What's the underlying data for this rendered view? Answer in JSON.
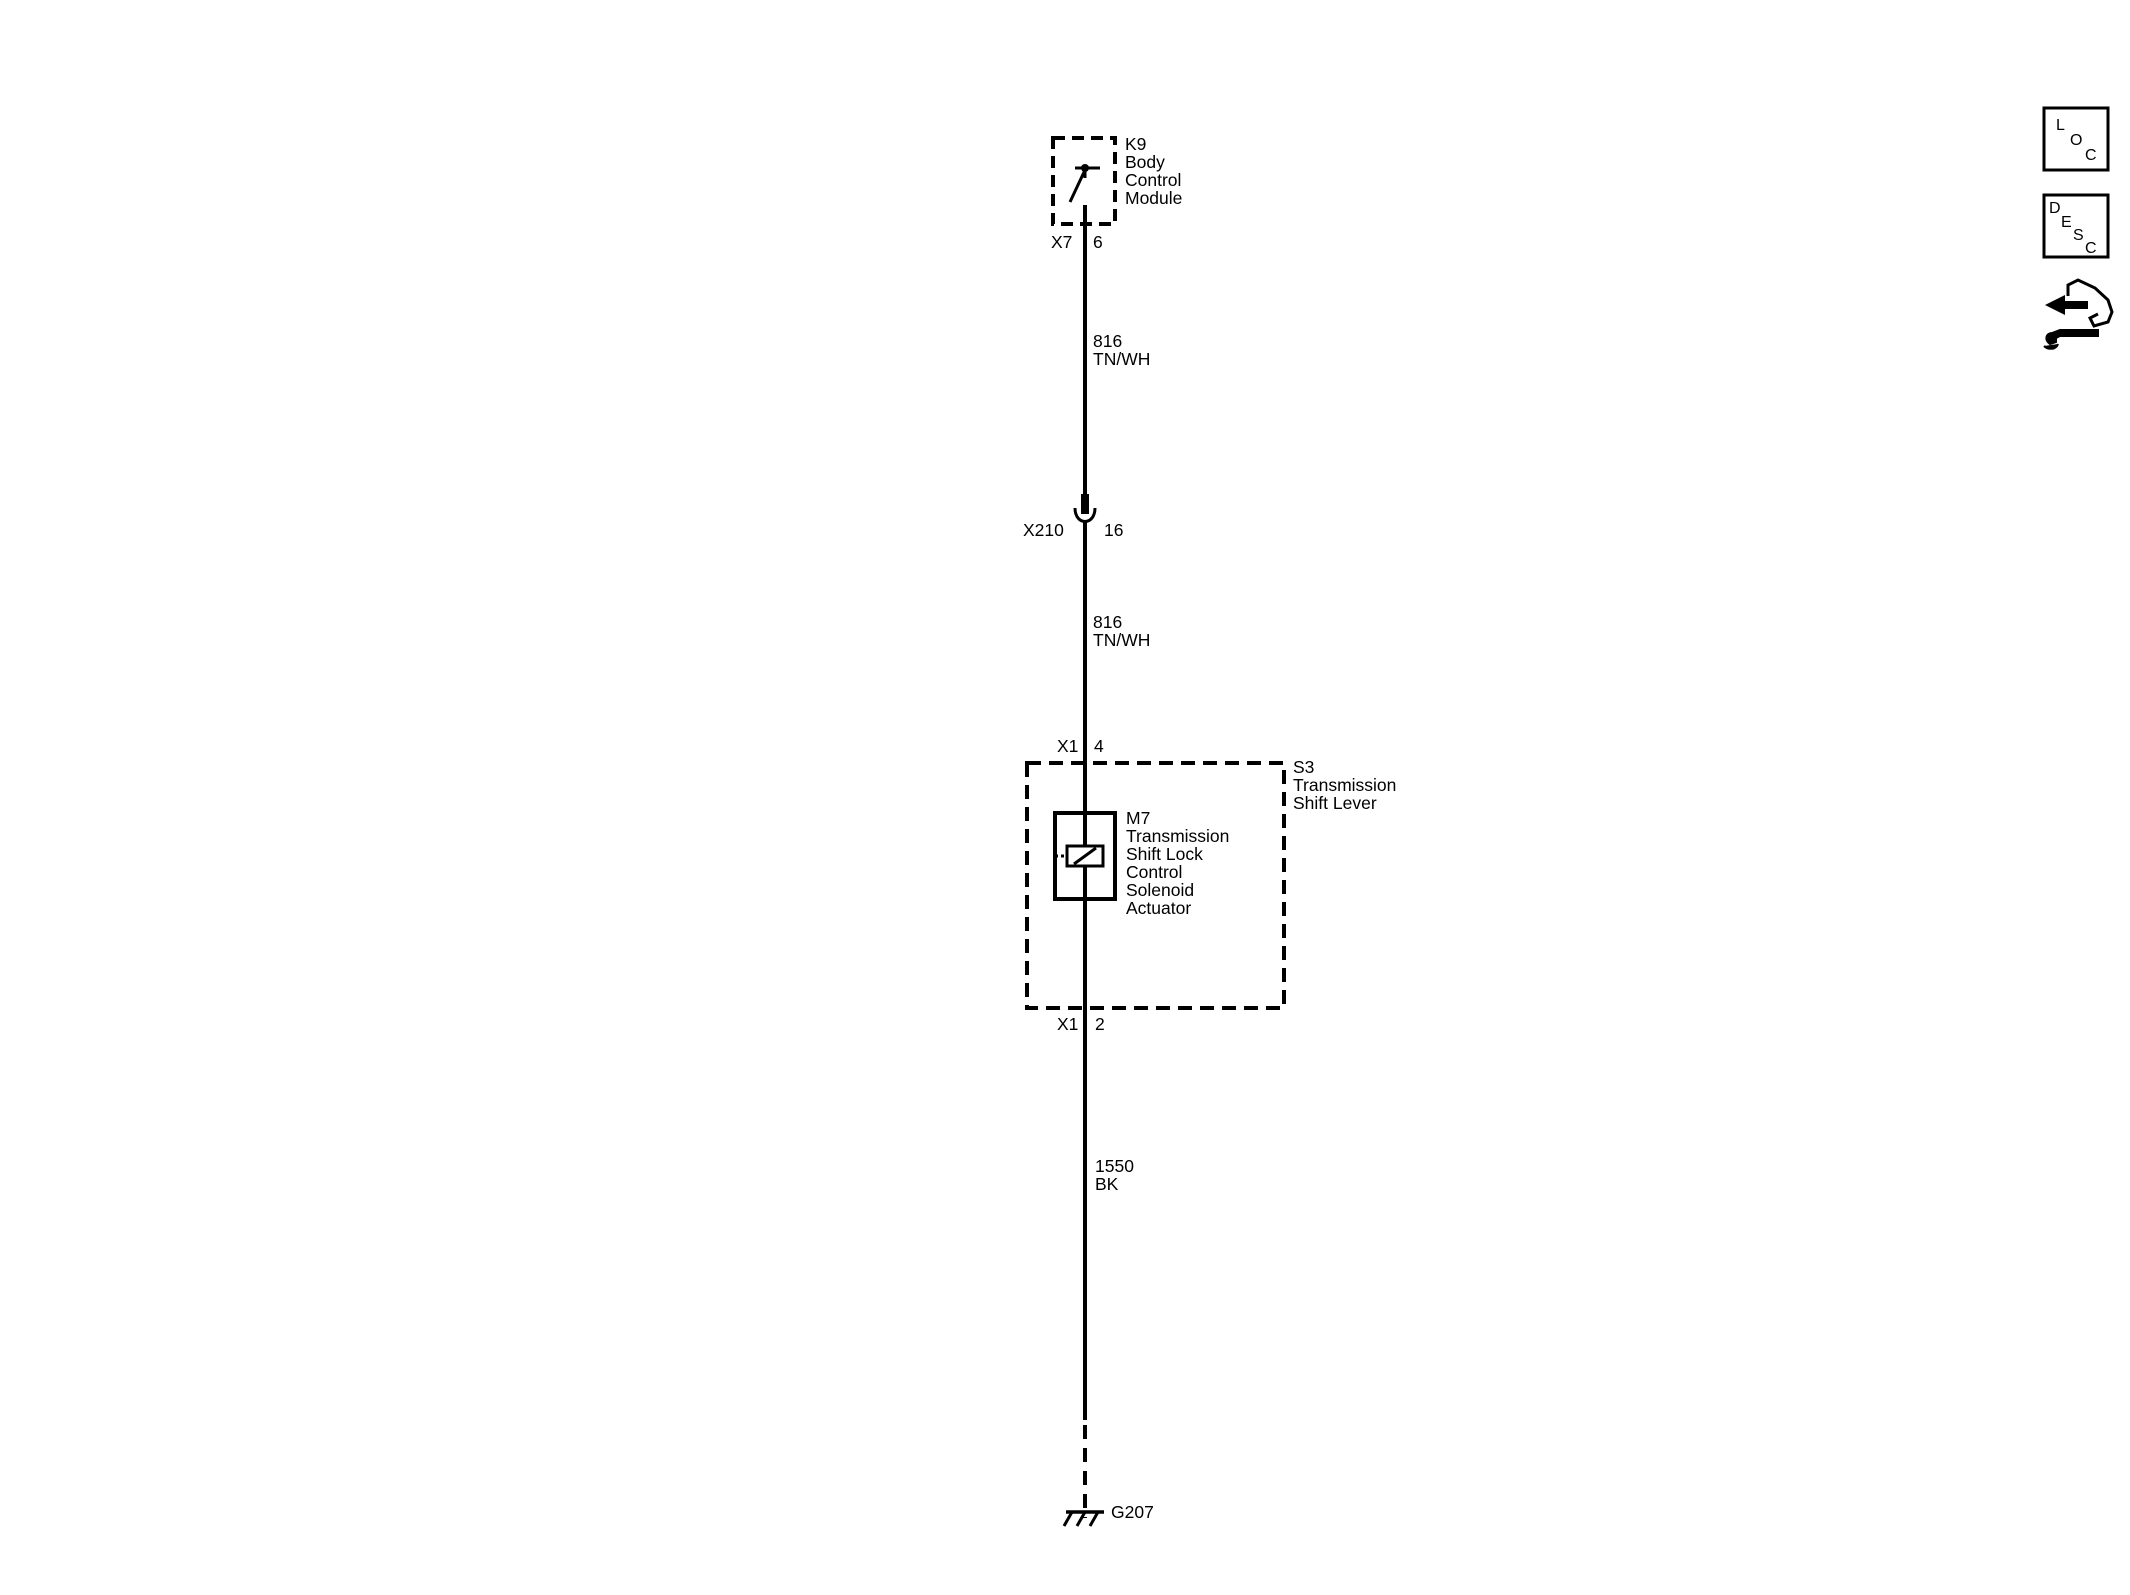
{
  "components": {
    "k9": {
      "id": "K9",
      "line1": "Body",
      "line2": "Control",
      "line3": "Module"
    },
    "s3": {
      "id": "S3",
      "line1": "Transmission",
      "line2": "Shift Lever"
    },
    "m7": {
      "id": "M7",
      "line1": "Transmission",
      "line2": "Shift Lock",
      "line3": "Control",
      "line4": "Solenoid",
      "line5": "Actuator"
    }
  },
  "connectors": {
    "k9_conn": {
      "name": "X7",
      "pin": "6"
    },
    "x210": {
      "name": "X210",
      "pin": "16"
    },
    "s3_top": {
      "name": "X1",
      "pin": "4"
    },
    "s3_bottom": {
      "name": "X1",
      "pin": "2"
    }
  },
  "wires": {
    "w1": {
      "circuit": "816",
      "color": "TN/WH"
    },
    "w2": {
      "circuit": "816",
      "color": "TN/WH"
    },
    "w3": {
      "circuit": "1550",
      "color": "BK"
    }
  },
  "ground": {
    "id": "G207"
  },
  "icons": {
    "loc": {
      "l1": "L",
      "l2": "O",
      "l3": "C"
    },
    "desc": {
      "l1": "D",
      "l2": "E",
      "l3": "S",
      "l4": "C"
    },
    "service": {
      "name": "service-procedure-icon"
    }
  }
}
